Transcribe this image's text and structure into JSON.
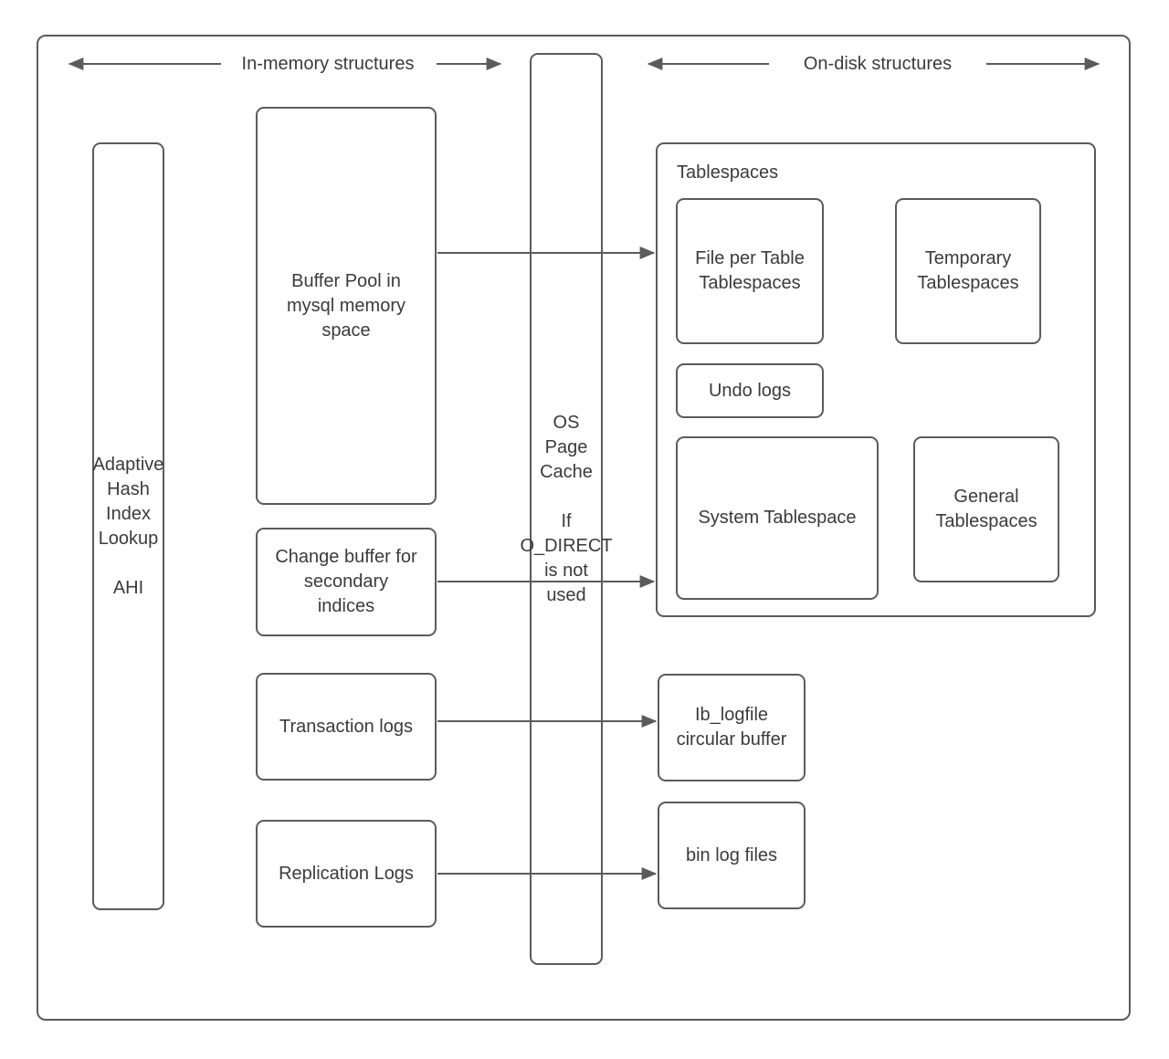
{
  "colors": {
    "stroke": "#5b5b5b",
    "text": "#3b3b3b",
    "background": "#ffffff"
  },
  "headers": {
    "in_memory": {
      "label": "In-memory structures"
    },
    "on_disk": {
      "label": "On-disk structures"
    }
  },
  "boxes": {
    "ahi": {
      "lines": [
        "Adaptive",
        "Hash",
        "Index",
        "Lookup",
        "",
        "AHI"
      ]
    },
    "buffer_pool": {
      "lines": [
        "Buffer Pool in",
        "mysql memory",
        "space"
      ]
    },
    "change_buffer": {
      "lines": [
        "Change buffer for",
        "secondary",
        "indices"
      ]
    },
    "transaction_logs": {
      "lines": [
        "Transaction logs"
      ]
    },
    "replication_logs": {
      "lines": [
        "Replication Logs"
      ]
    },
    "os_page_cache": {
      "lines": [
        "OS",
        "Page",
        "Cache",
        "",
        "If",
        "O_DIRECT",
        "is not",
        "used"
      ]
    },
    "tablespaces": {
      "label": "Tablespaces"
    },
    "file_per_table": {
      "lines": [
        "File per Table",
        "Tablespaces"
      ]
    },
    "temporary_tablespaces": {
      "lines": [
        "Temporary",
        "Tablespaces"
      ]
    },
    "undo_logs": {
      "lines": [
        "Undo logs"
      ]
    },
    "system_tablespace": {
      "lines": [
        "System Tablespace"
      ]
    },
    "general_tablespaces": {
      "lines": [
        "General",
        "Tablespaces"
      ]
    },
    "ib_logfile": {
      "lines": [
        "Ib_logfile",
        "circular buffer"
      ]
    },
    "bin_log_files": {
      "lines": [
        "bin log files"
      ]
    }
  }
}
